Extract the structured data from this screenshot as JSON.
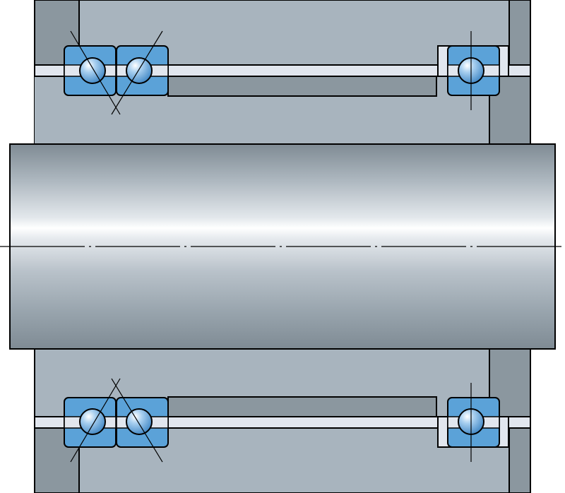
{
  "diagram": {
    "labels": [],
    "colors": {
      "housing": "#a8b4be",
      "housing_dark": "#8b979f",
      "shaft_edge": "#7f8b94",
      "shaft_highlight": "#ffffff",
      "bearing_blue": "#5ba2d8",
      "ring_light": "#e1e6ee",
      "ball_blue": "#8ec2ec",
      "outline": "#000000"
    },
    "bearings": [
      {
        "name": "top-left-bearing-1",
        "type": "angular-contact",
        "contact_line": "back-to-back"
      },
      {
        "name": "top-left-bearing-2",
        "type": "angular-contact",
        "contact_line": "back-to-back"
      },
      {
        "name": "top-right-bearing",
        "type": "radial",
        "contact_line": "vertical"
      },
      {
        "name": "bottom-left-bearing-1",
        "type": "angular-contact",
        "contact_line": "back-to-back"
      },
      {
        "name": "bottom-left-bearing-2",
        "type": "angular-contact",
        "contact_line": "back-to-back"
      },
      {
        "name": "bottom-right-bearing",
        "type": "radial",
        "contact_line": "vertical"
      }
    ],
    "icons": [
      "shaft",
      "housing",
      "bearing-ball",
      "centerline"
    ]
  }
}
